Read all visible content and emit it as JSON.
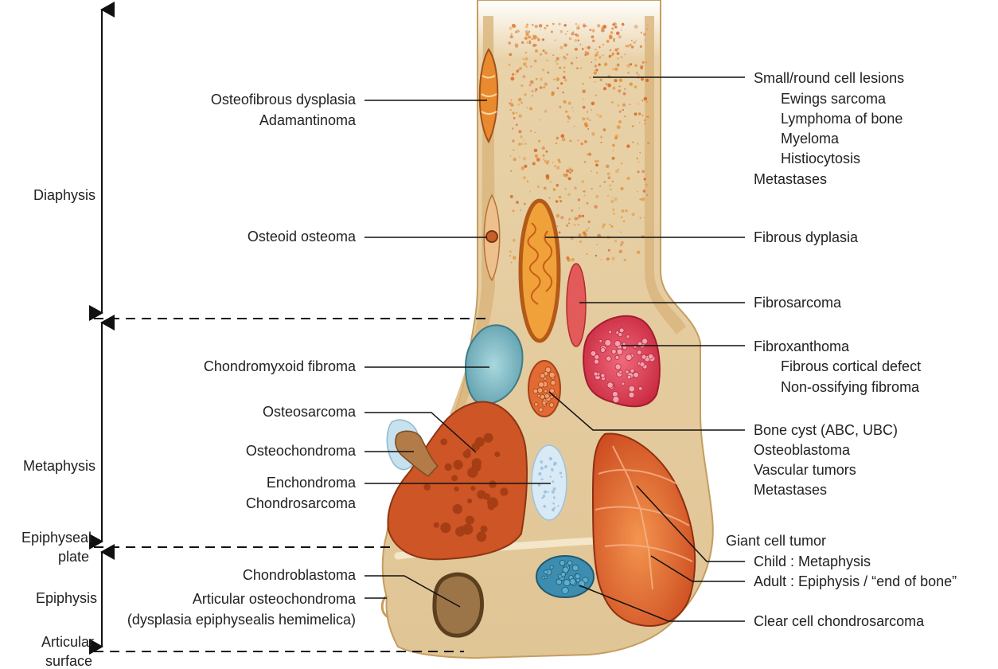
{
  "regions": {
    "diaphysis": "Diaphysis",
    "metaphysis": "Metaphysis",
    "epiphyseal_plate": [
      "Epiphyseal",
      "plate"
    ],
    "epiphysis": "Epiphysis",
    "articular_surface": [
      "Articular",
      "surface"
    ]
  },
  "left_labels": {
    "osteofibrous": [
      "Osteofibrous dysplasia",
      "Adamantinoma"
    ],
    "osteoid_osteoma": "Osteoid osteoma",
    "chondromyxoid": "Chondromyxoid fibroma",
    "osteosarcoma": "Osteosarcoma",
    "osteochondroma": "Osteochondroma",
    "enchondroma": [
      "Enchondroma",
      "Chondrosarcoma"
    ],
    "chondroblastoma": "Chondroblastoma",
    "articular_osteochondroma": [
      "Articular osteochondroma",
      "(dysplasia epiphysealis hemimelica)"
    ]
  },
  "right_labels": {
    "small_round": {
      "heading": "Small/round cell lesions",
      "items": [
        "Ewings sarcoma",
        "Lymphoma of bone",
        "Myeloma",
        "Histiocytosis"
      ],
      "footer": "Metastases"
    },
    "fibrous_dysplasia": "Fibrous dyplasia",
    "fibrosarcoma": "Fibrosarcoma",
    "fibroxanthoma": {
      "heading": "Fibroxanthoma",
      "items": [
        "Fibrous cortical defect",
        "Non-ossifying fibroma"
      ]
    },
    "bone_cyst": [
      "Bone cyst (ABC, UBC)",
      "Osteoblastoma",
      "Vascular tumors",
      "Metastases"
    ],
    "giant_cell": [
      "Giant cell tumor",
      "Child : Metaphysis",
      "Adult : Epiphysis / “end of bone”"
    ],
    "clear_cell": "Clear cell chondrosarcoma"
  },
  "colors": {
    "bone": "#e3c99c",
    "cortex_outline": "#c9a46a",
    "marrow_speckle": "#e08a2a",
    "chondromyxoid": "#8fc3cc",
    "osteosarcoma": "#c8541f",
    "fibroxanthoma": "#e0405a",
    "enchondroma": "#d7eaf6",
    "giant_cell": "#e0652c",
    "clear_cell": "#3d8fb0",
    "chondroblastoma": "#9a7448"
  }
}
